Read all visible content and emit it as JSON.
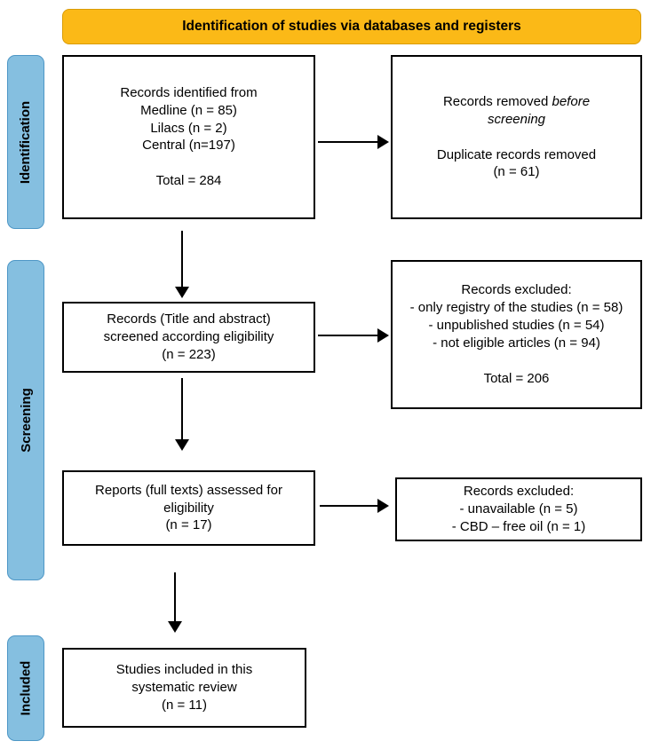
{
  "banner": {
    "label": "Identification of studies via databases and registers"
  },
  "colors": {
    "banner_fill": "#FBB917",
    "stage_fill": "#85BFE0",
    "box_border": "#000000",
    "background": "#FFFFFF"
  },
  "stages": [
    {
      "label": "Identification"
    },
    {
      "label": "Screening"
    },
    {
      "label": "Included"
    }
  ],
  "boxes": {
    "identified": {
      "lines": [
        "Records identified from",
        "Medline (n = 85)",
        "Lilacs (n = 2)",
        "Central (n=197)",
        "",
        "Total = 284"
      ]
    },
    "removed": {
      "line1_normal": "Records removed ",
      "line1_italic": "before",
      "line2_italic": "screening",
      "rest": [
        "",
        "Duplicate records removed",
        "(n = 61)"
      ]
    },
    "screened": {
      "lines": [
        "Records (Title and abstract)",
        "screened according eligibility",
        "(n = 223)"
      ]
    },
    "excluded_screening": {
      "lines": [
        "Records excluded:",
        "- only registry of the studies (n = 58)",
        "- unpublished studies (n = 54)",
        "- not eligible articles (n = 94)",
        "",
        "Total = 206"
      ]
    },
    "assessed": {
      "lines": [
        "Reports (full texts) assessed for",
        "eligibility",
        "(n = 17)"
      ]
    },
    "excluded_eligibility": {
      "lines": [
        "Records excluded:",
        "- unavailable (n = 5)",
        "- CBD – free oil (n = 1)"
      ]
    },
    "included": {
      "lines": [
        "Studies included in this",
        "systematic review",
        "(n = 11)"
      ]
    }
  }
}
